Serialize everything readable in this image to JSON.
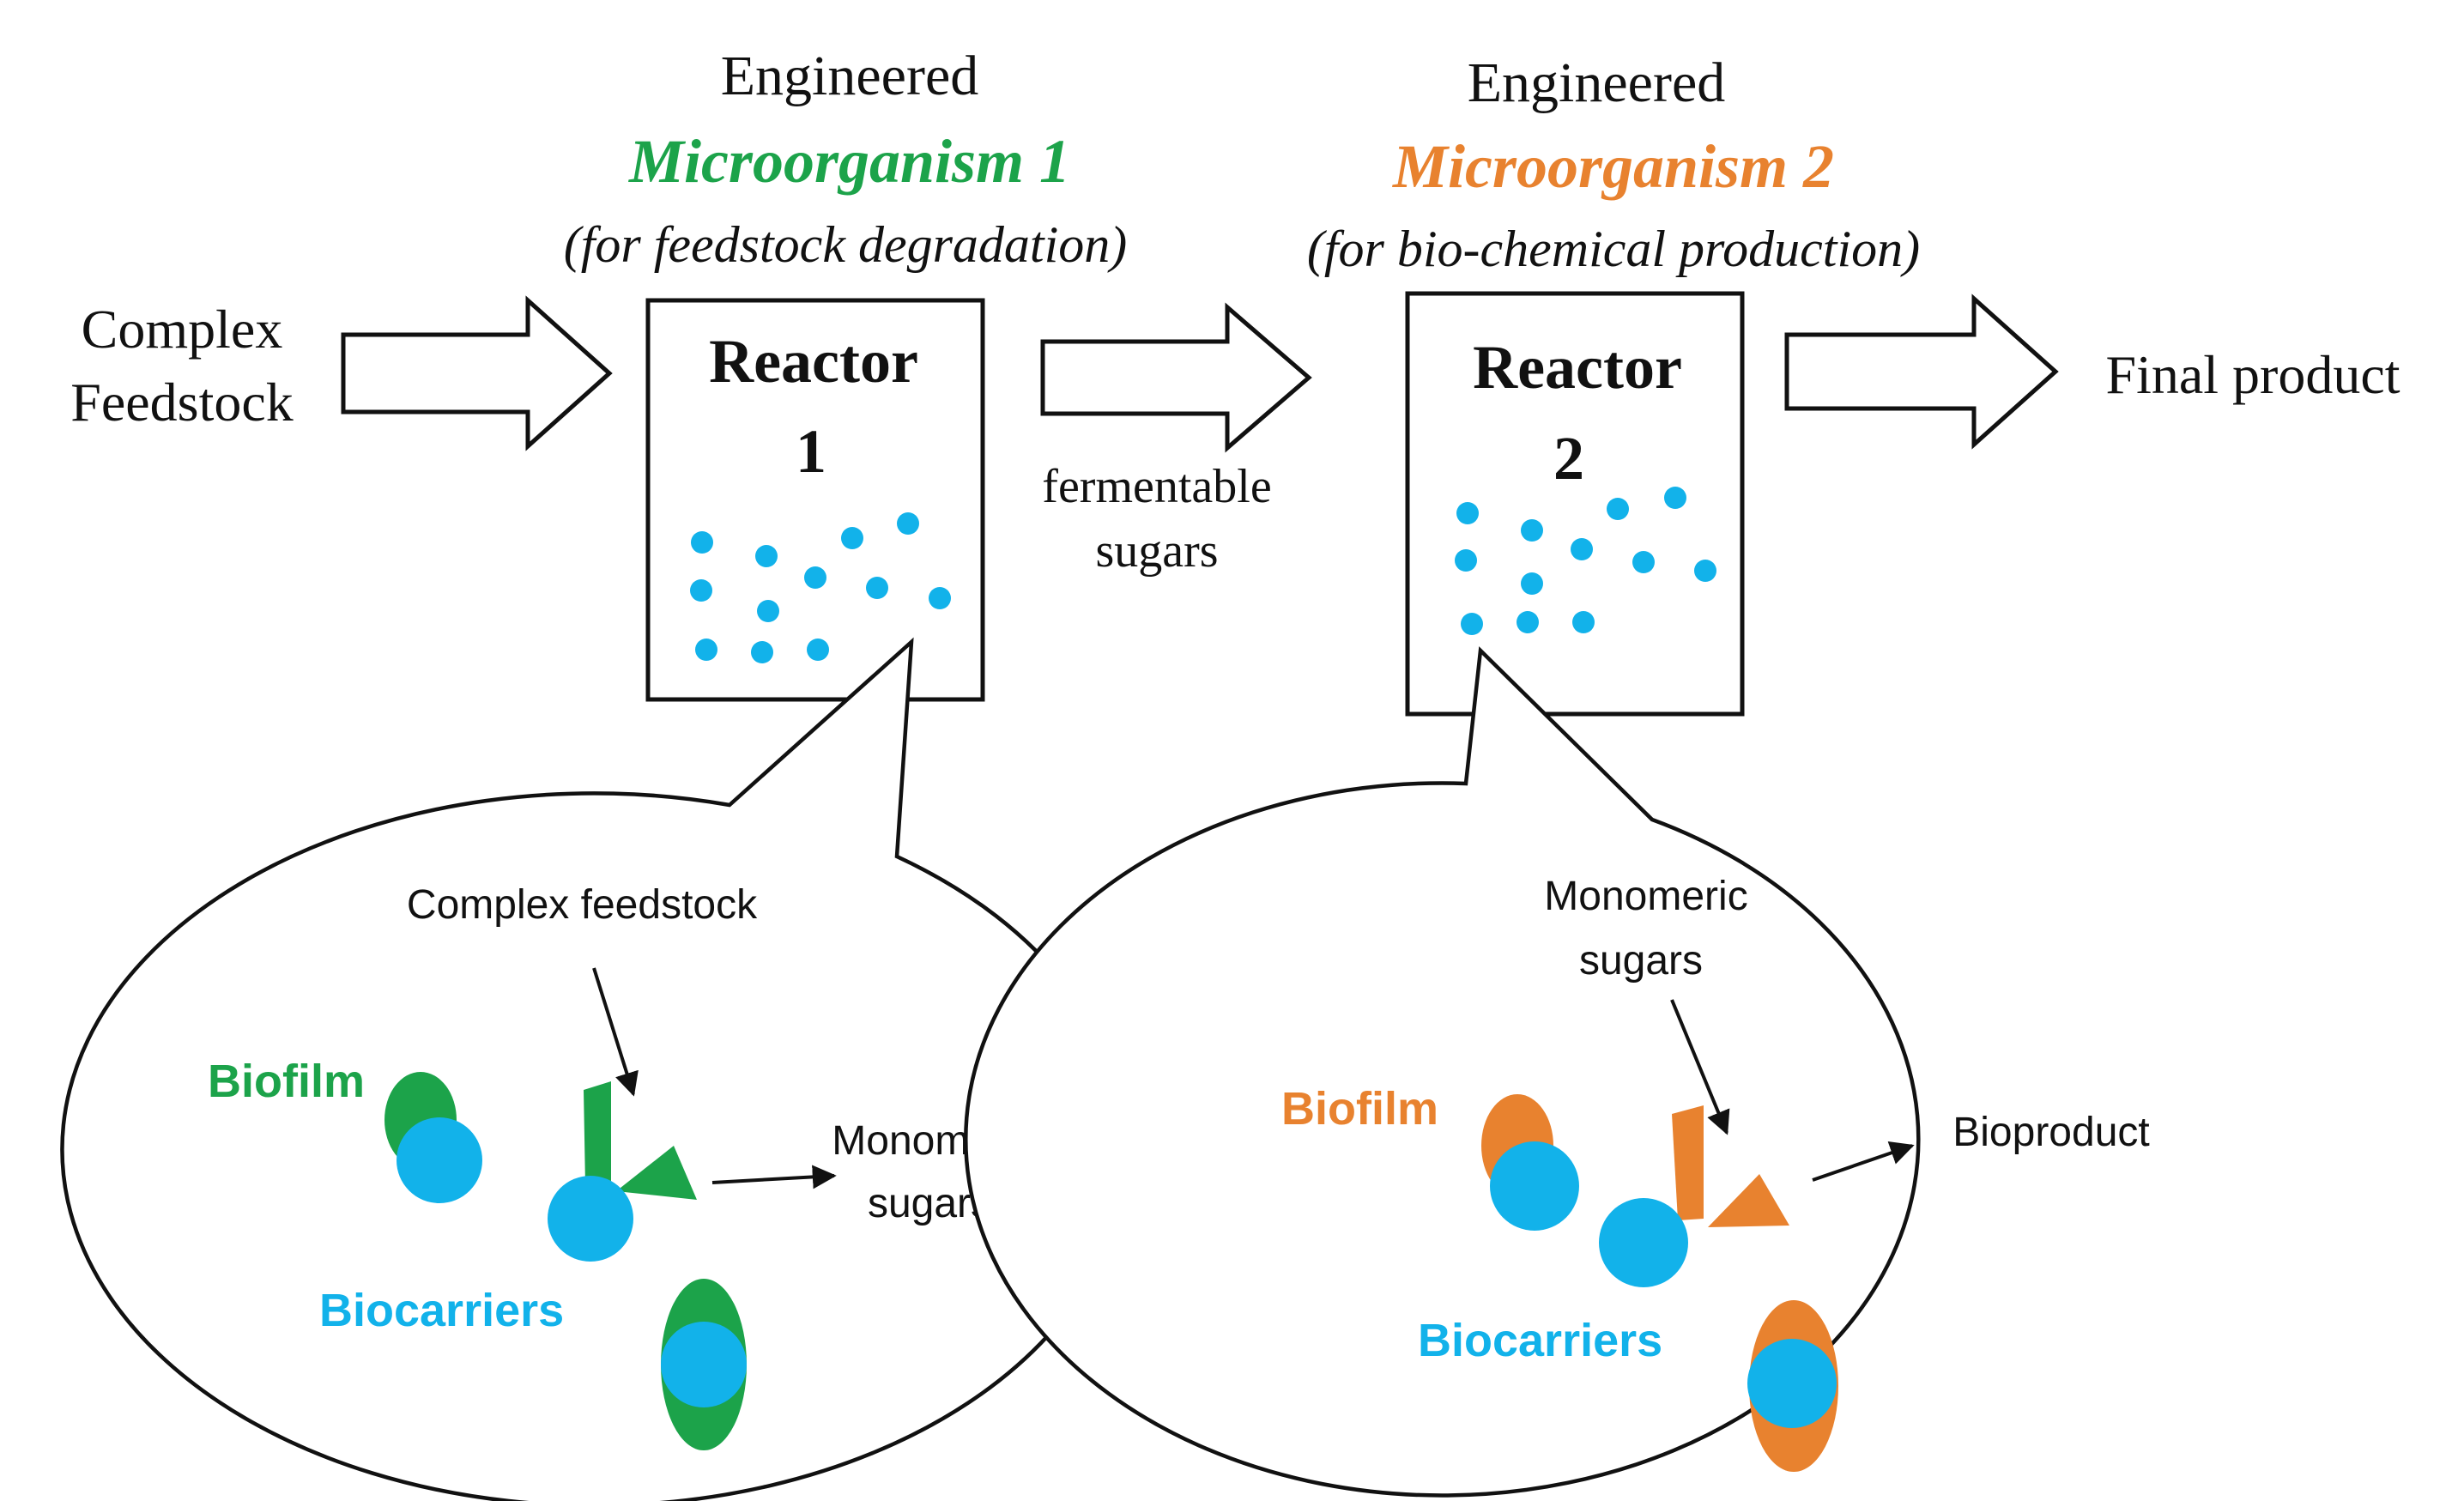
{
  "colors": {
    "green": "#1ca34a",
    "orange": "#e8822f",
    "blue": "#12b2ea",
    "black": "#111111"
  },
  "feedstock": {
    "line1": "Complex",
    "line2": "Feedstock"
  },
  "organism1": {
    "engineered": "Engineered",
    "name": "Microorganism 1",
    "purpose": "(for feedstock degradation)"
  },
  "organism2": {
    "engineered": "Engineered",
    "name": "Microorganism 2",
    "purpose": "(for bio-chemical production)"
  },
  "reactor1": {
    "label": "Reactor",
    "number": "1"
  },
  "reactor2": {
    "label": "Reactor",
    "number": "2"
  },
  "intermediate": {
    "line1": "fermentable",
    "line2": "sugars"
  },
  "final_product": "Final product",
  "bubble1": {
    "input_label": "Complex feedstock",
    "biofilm_label": "Biofilm",
    "biocarriers_label": "Biocarriers",
    "output_line1": "Monomeric",
    "output_line2": "sugars"
  },
  "bubble2": {
    "input_line1": "Monomeric",
    "input_line2": "sugars",
    "biofilm_label": "Biofilm",
    "biocarriers_label": "Biocarriers",
    "output_label": "Bioproduct"
  }
}
